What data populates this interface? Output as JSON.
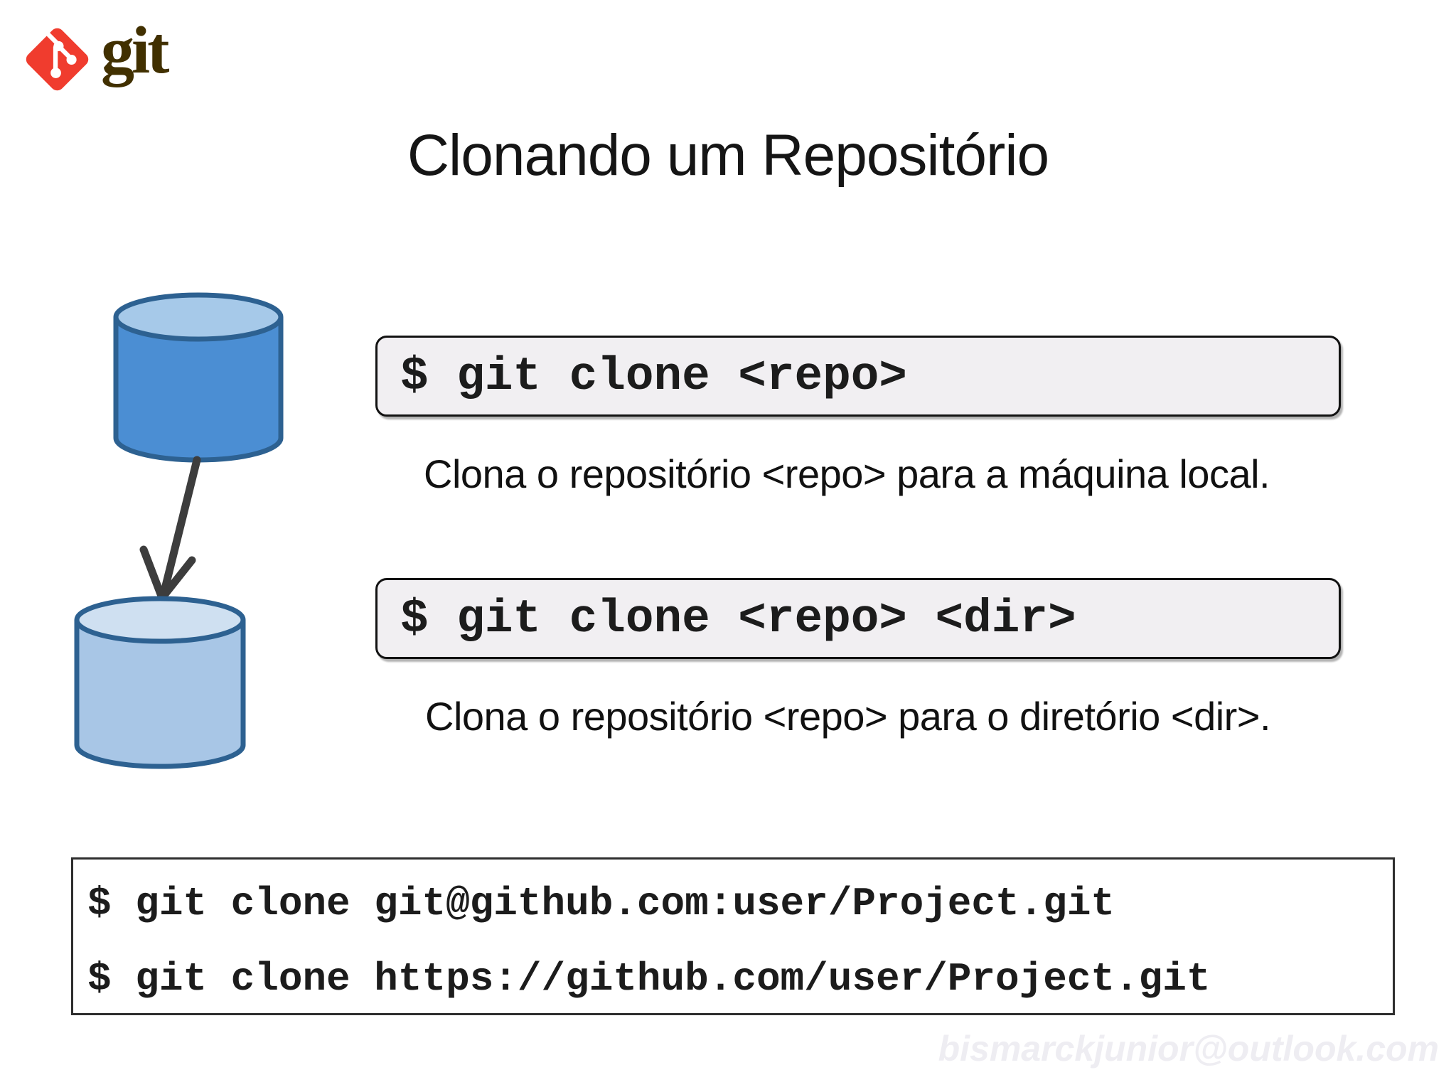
{
  "brand": {
    "name": "git"
  },
  "slide": {
    "title": "Clonando um Repositório"
  },
  "commands": [
    {
      "command": "$ git clone <repo>",
      "description": "Clona o repositório <repo> para a máquina local."
    },
    {
      "command": "$ git clone <repo> <dir>",
      "description": "Clona o repositório <repo> para o diretório <dir>."
    }
  ],
  "examples": {
    "line1": "$ git clone git@github.com:user/Project.git",
    "line2": "$ git clone https://github.com/user/Project.git"
  },
  "watermark": "bismarckjunior@outlook.com",
  "diagram": {
    "remote_icon": "database-cylinder-icon",
    "connector_icon": "arrow-down-icon",
    "local_icon": "database-cylinder-icon"
  },
  "colors": {
    "git_red": "#f03c2e",
    "git_wordmark": "#413000",
    "remote_db_fill": "#4b8ed3",
    "remote_db_top": "#a6c9e9",
    "local_db_fill": "#a8c6e6",
    "local_db_top": "#cfe0f1",
    "db_stroke": "#2d6191",
    "arrow": "#3d3d3d",
    "command_box_bg": "#f1eff2",
    "text": "#141414"
  }
}
